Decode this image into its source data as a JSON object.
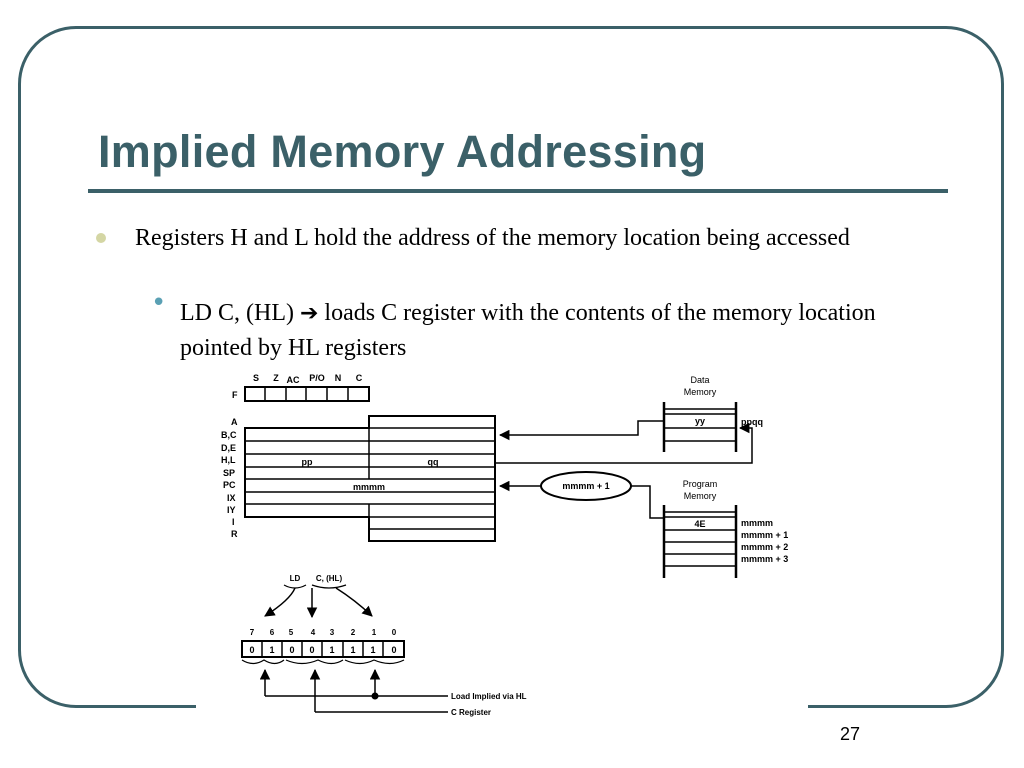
{
  "slide": {
    "title": "Implied Memory Addressing",
    "bullet": "Registers H and L hold the address of the memory location being accessed",
    "sub_bullet": {
      "prefix": "LD C, (HL) ",
      "arrow_icon": "arrow-right-icon",
      "suffix": " loads C register with the contents of the memory location pointed by HL registers"
    },
    "page_number": "27"
  },
  "diagram": {
    "flags": {
      "row_label": "F",
      "names": [
        "S",
        "Z",
        "AC",
        "P/O",
        "N",
        "C"
      ]
    },
    "register_labels": [
      "A",
      "B,C",
      "D,E",
      "H,L",
      "SP",
      "PC",
      "IX",
      "IY",
      "I",
      "R"
    ],
    "hl_values": [
      "pp",
      "qq"
    ],
    "pc_value": "mmmm",
    "pc_next": "mmmm + 1",
    "data_memory": {
      "title_line1": "Data",
      "title_line2": "Memory",
      "cell_value": "yy",
      "address": "ppqq"
    },
    "program_memory": {
      "title_line1": "Program",
      "title_line2": "Memory",
      "cell_value": "4E",
      "addresses": [
        "mmmm",
        "mmmm + 1",
        "mmmm + 2",
        "mmmm + 3"
      ]
    },
    "opcode": {
      "mnemonic": "LD",
      "operand": "C, (HL)",
      "bit_numbers": [
        "7",
        "6",
        "5",
        "4",
        "3",
        "2",
        "1",
        "0"
      ],
      "bits": [
        "0",
        "1",
        "0",
        "0",
        "1",
        "1",
        "1",
        "0"
      ],
      "label_load": "Load Implied via HL",
      "label_register": "C Register"
    }
  }
}
